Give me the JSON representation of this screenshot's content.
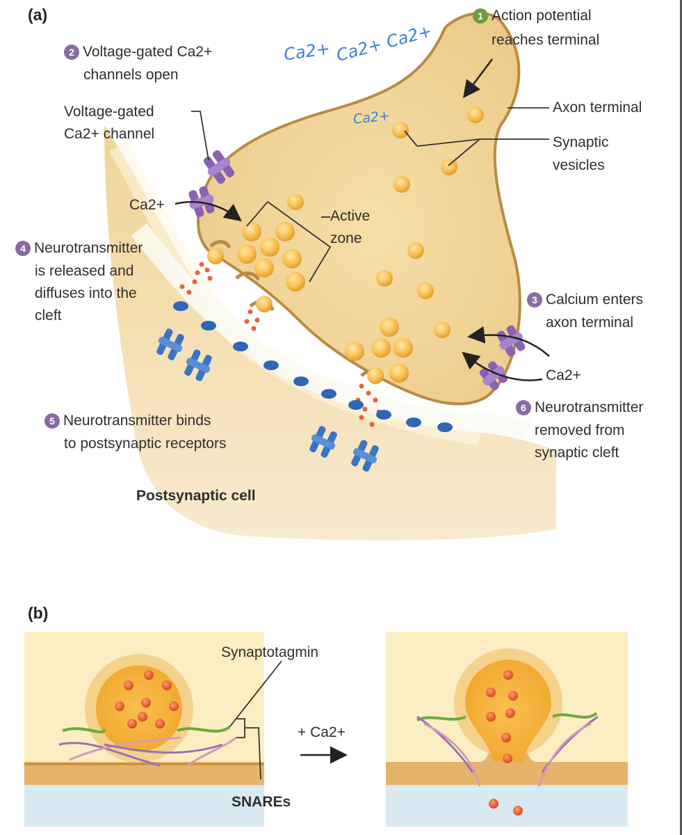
{
  "panels": {
    "a": "(a)",
    "b": "(b)"
  },
  "steps": [
    {
      "num": "1",
      "text": [
        "Action potential",
        "reaches terminal"
      ],
      "color": "#6d9d3b"
    },
    {
      "num": "2",
      "text": [
        "Voltage-gated Ca2+",
        "channels open"
      ],
      "color": "#8a6aa3"
    },
    {
      "num": "3",
      "text": [
        "Calcium enters",
        "axon terminal"
      ],
      "color": "#8a6aa3"
    },
    {
      "num": "4",
      "text": [
        "Neurotransmitter",
        "is released and",
        "diffuses into the",
        "cleft"
      ],
      "color": "#8a6aa3"
    },
    {
      "num": "5",
      "text": [
        "Neurotransmitter binds",
        "to postsynaptic receptors"
      ],
      "color": "#8a6aa3"
    },
    {
      "num": "6",
      "text": [
        "Neurotransmitter",
        "removed from",
        "synaptic cleft"
      ],
      "color": "#8a6aa3"
    }
  ],
  "labels": {
    "vg_channel": [
      "Voltage-gated",
      "Ca2+ channel"
    ],
    "ca_left": "Ca2+",
    "active_zone": [
      "Active",
      "zone"
    ],
    "axon_terminal": "Axon terminal",
    "synaptic_vesicles": [
      "Synaptic",
      "vesicles"
    ],
    "ca_right": "Ca2+",
    "postsynaptic_cell": "Postsynaptic cell",
    "synaptotagmin": "Synaptotagmin",
    "snares": "SNAREs",
    "plus_ca": "+ Ca2+"
  },
  "handwritten": [
    "Ca2+",
    "Ca2+ Ca2+",
    "Ca2+"
  ],
  "colors": {
    "terminal": "#f1d49b",
    "terminal_edge": "#b98a45",
    "postsynaptic": "#f2dba8",
    "vesicle": "#f8bd48",
    "channel": "#8a62b5",
    "receptor": "#3b74c2",
    "panel_b_bg": "#fbeec2",
    "panel_b_fluid": "#d9e9f1",
    "nt_dot": "#e8623a"
  }
}
